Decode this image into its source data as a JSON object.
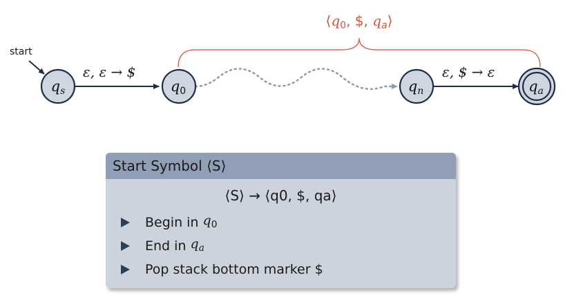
{
  "diagram": {
    "start_label": "start",
    "states": [
      {
        "id": "qs",
        "base": "q",
        "sub": "s",
        "accepting": false
      },
      {
        "id": "q0",
        "base": "q",
        "sub": "0",
        "accepting": false
      },
      {
        "id": "qn",
        "base": "q",
        "sub": "n",
        "accepting": false
      },
      {
        "id": "qa",
        "base": "q",
        "sub": "a",
        "accepting": true
      }
    ],
    "transitions": [
      {
        "from": "qs",
        "to": "q0",
        "label": "ε,  ε → $"
      },
      {
        "from": "qn",
        "to": "qa",
        "label": "ε,  $ → ε"
      }
    ],
    "brace_label": {
      "open": "⟨",
      "q0": "q",
      "q0_sub": "0",
      "mid": ", $, ",
      "qa": "q",
      "qa_sub": "a",
      "close": "⟩"
    },
    "colors": {
      "state_fill": "#cfd6e0",
      "state_stroke": "#1f2d44",
      "brace": "#d9553a",
      "dotted": "#8e9ab0"
    }
  },
  "block": {
    "title": "Start Symbol ⟨S⟩",
    "formula": "⟨S⟩ → ⟨q0, $, qa⟩",
    "items": [
      {
        "text": "Begin in ",
        "base": "q",
        "sub": "0",
        "suffix": ""
      },
      {
        "text": "End in ",
        "base": "q",
        "sub": "a",
        "suffix": ""
      },
      {
        "text": "Pop stack bottom marker $",
        "base": "",
        "sub": "",
        "suffix": ""
      }
    ],
    "colors": {
      "title_bg": "#919eb7",
      "body_bg": "#cdd3dc",
      "bullet": "#2e3e56"
    }
  }
}
